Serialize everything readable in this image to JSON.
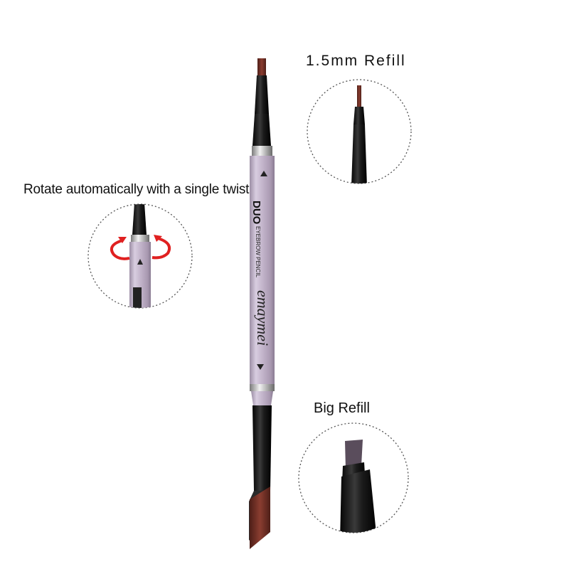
{
  "labels": {
    "refill_15": "1.5mm Refill",
    "twist": "Rotate automatically with a single twist.",
    "big_refill": "Big Refill"
  },
  "pencil": {
    "logo_text": "DUO",
    "product_text": "EYEBROW PENCIL",
    "brand": "emaymei"
  },
  "colors": {
    "body": "#c7b9cd",
    "tip_brown": "#6b3027",
    "tip_dark": "#1a1a1a",
    "arrow_red": "#e02020",
    "circle_border": "#555555"
  }
}
